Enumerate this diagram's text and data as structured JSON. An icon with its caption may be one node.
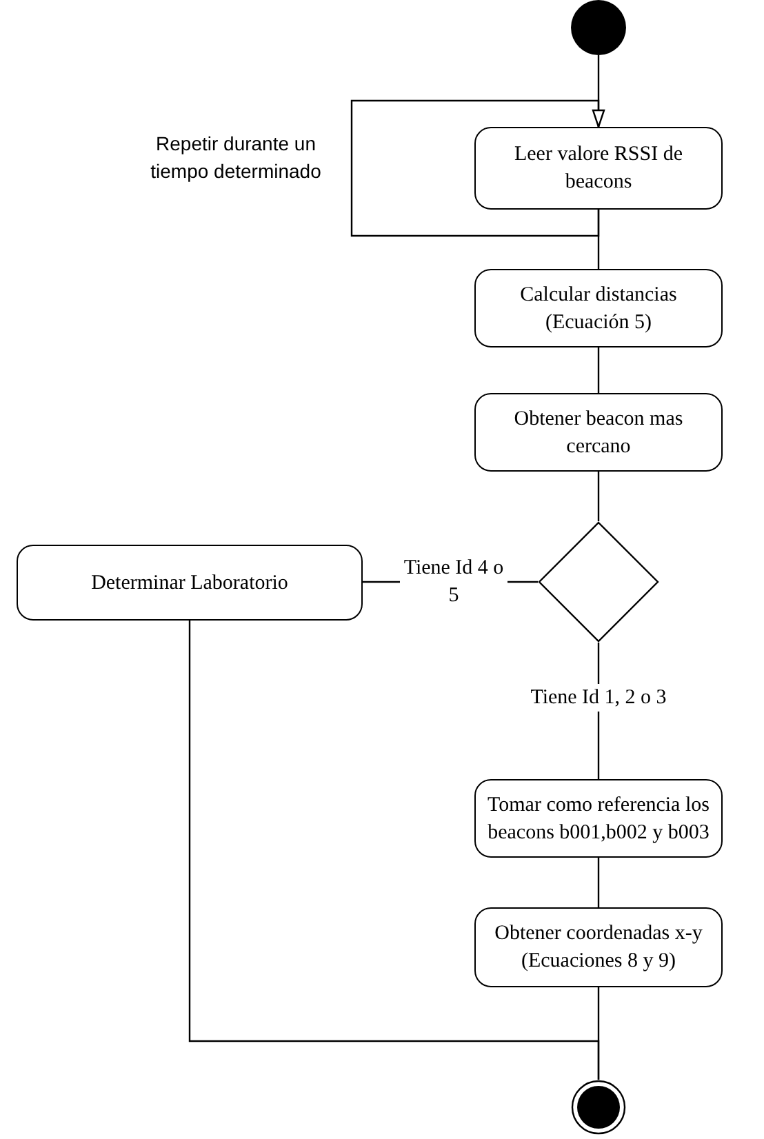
{
  "diagram": {
    "nodes": [
      {
        "text": [],
        "shape": "circle"
      },
      {
        "text": [
          "Leer valore RSSI de beacons"
        ]
      },
      {
        "text": [
          "Calcular distancias (Ecuación 5)"
        ]
      },
      {
        "text": [
          "Obtener beacon mas cercano"
        ]
      },
      {
        "text": [],
        "shape": "diamond"
      },
      {
        "text": [
          "Determinar Laboratorio"
        ]
      },
      {
        "text": [
          "Tomar como referencia los beacons b001,b002 y b003"
        ]
      },
      {
        "text": [
          "Obtener coordenadas x-y (Ecuaciones 8 y 9)"
        ]
      },
      {
        "text": [],
        "shape": "circle"
      }
    ],
    "edges": [
      {
        "from": 0,
        "to": 1,
        "arrow": "none"
      },
      {
        "from": 1,
        "to": 1,
        "arrow": "to",
        "label": "Repetir durante un tiempo determinado"
      },
      {
        "from": 1,
        "to": 2,
        "arrow": "none"
      },
      {
        "from": 2,
        "to": 3,
        "arrow": "none"
      },
      {
        "from": 3,
        "to": 4,
        "arrow": "none"
      },
      {
        "from": 4,
        "to": 5,
        "arrow": "none",
        "label": "Tiene Id 4 o 5"
      },
      {
        "from": 4,
        "to": 6,
        "arrow": "none",
        "label": "Tiene Id 1, 2 o 3"
      },
      {
        "from": 6,
        "to": 7,
        "arrow": "none"
      },
      {
        "from": 7,
        "to": 8,
        "arrow": "none"
      },
      {
        "from": 5,
        "to": 8,
        "arrow": "none"
      }
    ]
  }
}
